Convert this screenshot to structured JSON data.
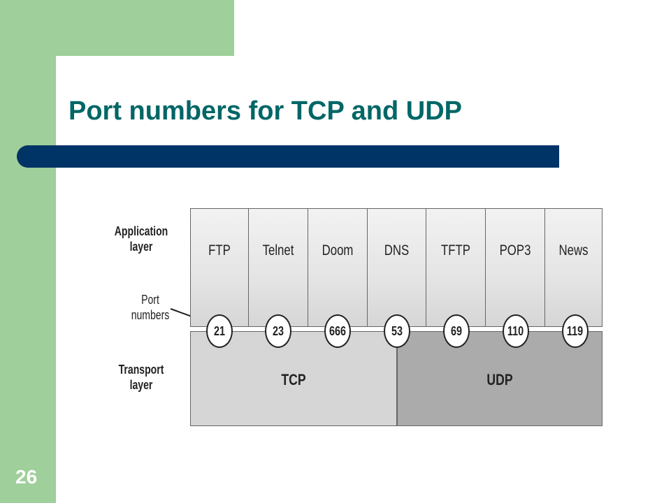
{
  "slide": {
    "title": "Port numbers for TCP and UDP",
    "page_number": "26",
    "colors": {
      "title": "#006666",
      "bar": "#003366",
      "side_panel": "#9fcf9a"
    }
  },
  "diagram": {
    "labels": {
      "application_layer_line1": "Application",
      "application_layer_line2": "layer",
      "port_numbers_line1": "Port",
      "port_numbers_line2": "numbers",
      "transport_layer_line1": "Transport",
      "transport_layer_line2": "layer"
    },
    "applications": [
      {
        "name": "FTP",
        "port": "21"
      },
      {
        "name": "Telnet",
        "port": "23"
      },
      {
        "name": "Doom",
        "port": "666"
      },
      {
        "name": "DNS",
        "port": "53"
      },
      {
        "name": "TFTP",
        "port": "69"
      },
      {
        "name": "POP3",
        "port": "110"
      },
      {
        "name": "News",
        "port": "119"
      }
    ],
    "transport": {
      "tcp": "TCP",
      "udp": "UDP"
    }
  }
}
